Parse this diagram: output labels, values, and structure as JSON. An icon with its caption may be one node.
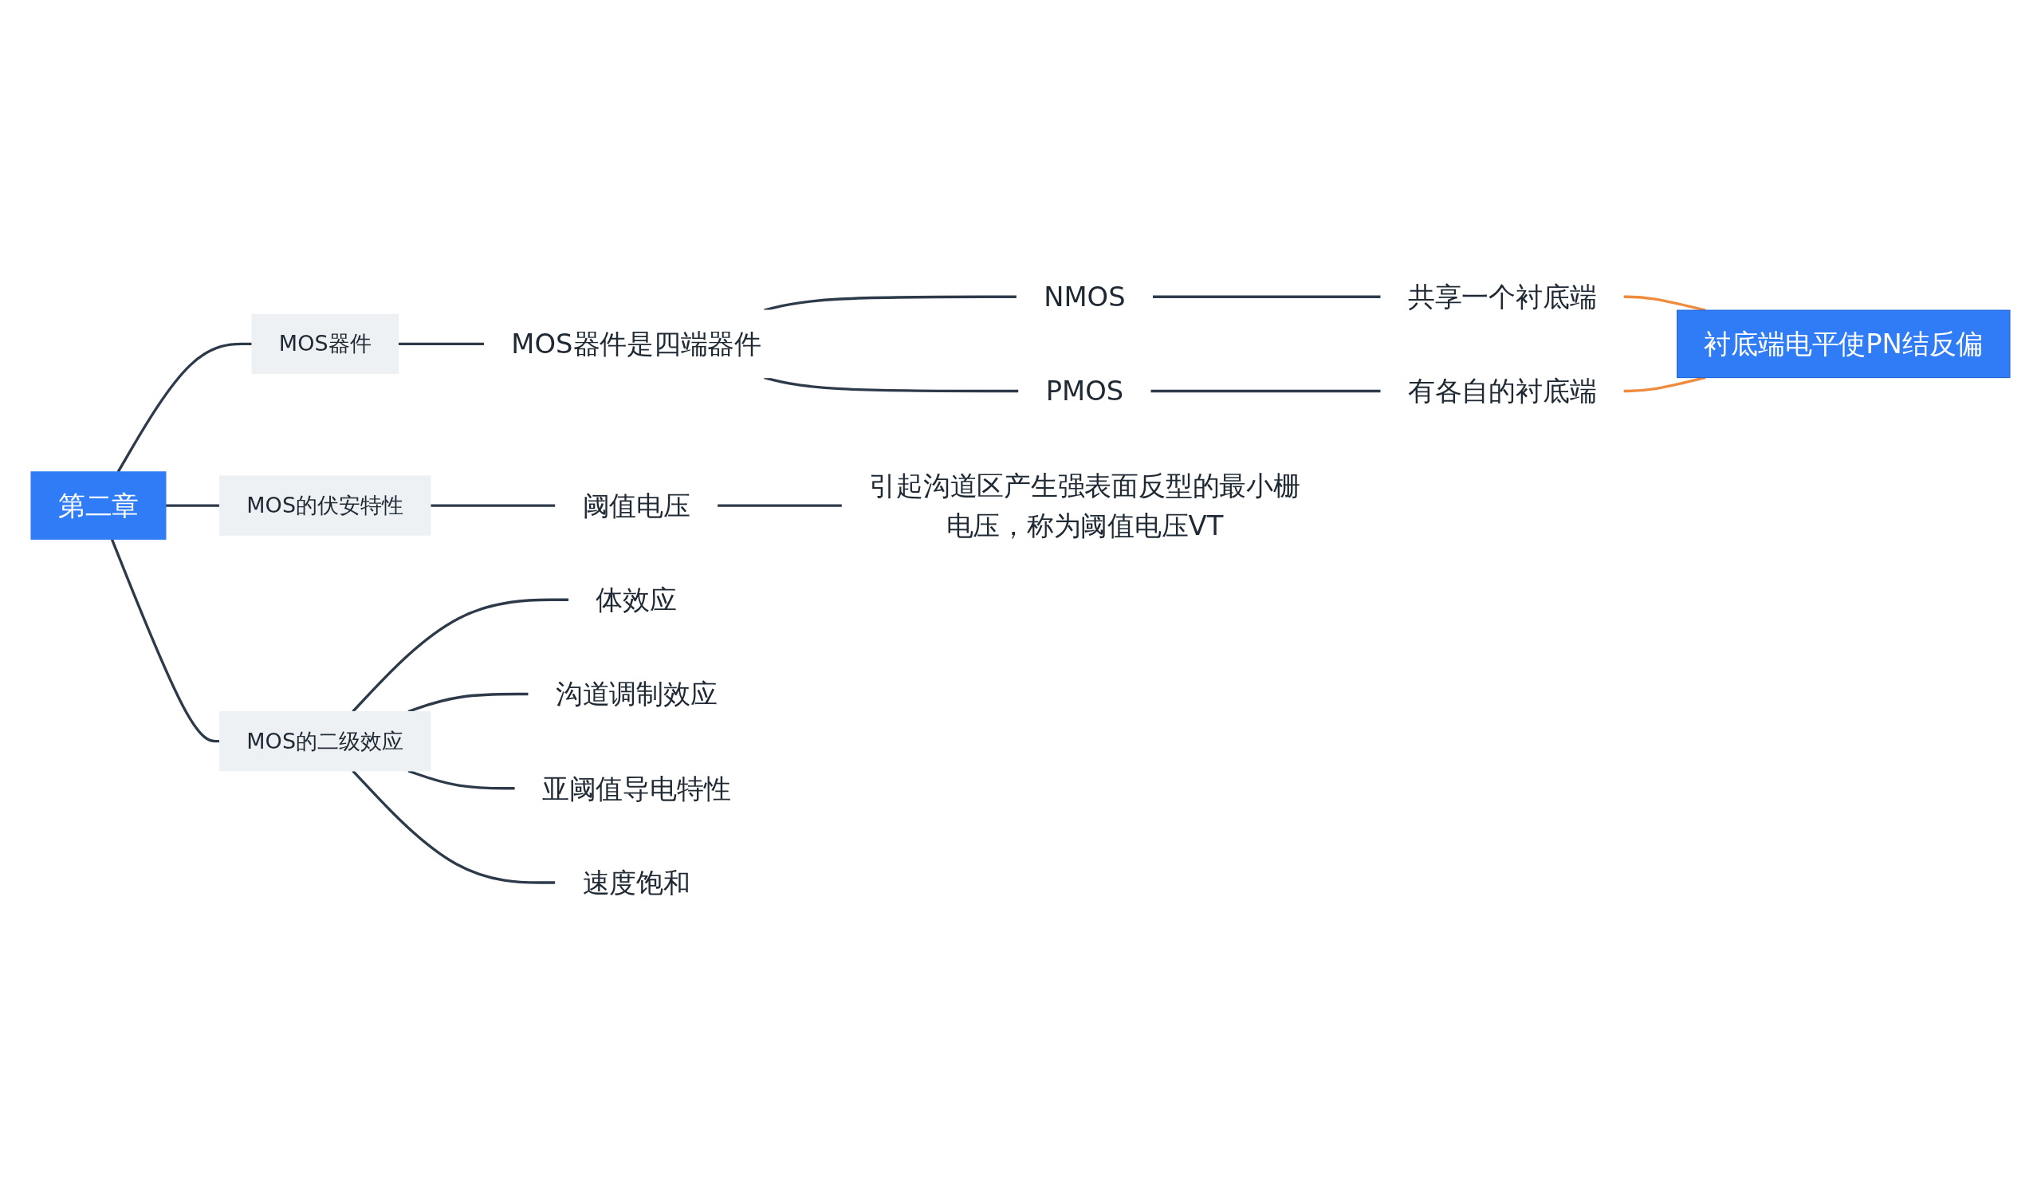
{
  "diagram": {
    "nodes": [
      {
        "text": [
          "第二章"
        ]
      },
      {
        "text": [
          "MOS器件"
        ]
      },
      {
        "text": [
          "MOS器件是四端器件"
        ]
      },
      {
        "text": [
          "NMOS"
        ]
      },
      {
        "text": [
          "共享一个衬底端"
        ]
      },
      {
        "text": [
          "PMOS"
        ]
      },
      {
        "text": [
          "有各自的衬底端"
        ]
      },
      {
        "text": [
          "衬底端电平使PN结反偏"
        ]
      },
      {
        "text": [
          "MOS的伏安特性"
        ]
      },
      {
        "text": [
          "阈值电压"
        ]
      },
      {
        "text": [
          "引起沟道区产生强表面反型的最小栅电压，称为阈值电压VT"
        ]
      },
      {
        "text": [
          "MOS的二级效应"
        ]
      },
      {
        "text": [
          "体效应"
        ]
      },
      {
        "text": [
          "沟道调制效应"
        ]
      },
      {
        "text": [
          "亚阈值导电特性"
        ]
      },
      {
        "text": [
          "速度饱和"
        ]
      }
    ],
    "edges": [
      {
        "from": 0,
        "to": 1,
        "arrow": "none"
      },
      {
        "from": 1,
        "to": 2,
        "arrow": "none"
      },
      {
        "from": 2,
        "to": 3,
        "arrow": "none"
      },
      {
        "from": 3,
        "to": 4,
        "arrow": "none"
      },
      {
        "from": 2,
        "to": 5,
        "arrow": "none"
      },
      {
        "from": 5,
        "to": 6,
        "arrow": "none"
      },
      {
        "from": 4,
        "to": 7,
        "arrow": "none",
        "color": "#f08a3c"
      },
      {
        "from": 6,
        "to": 7,
        "arrow": "none",
        "color": "#f08a3c"
      },
      {
        "from": 0,
        "to": 8,
        "arrow": "none"
      },
      {
        "from": 8,
        "to": 9,
        "arrow": "none"
      },
      {
        "from": 9,
        "to": 10,
        "arrow": "none"
      },
      {
        "from": 0,
        "to": 11,
        "arrow": "none"
      },
      {
        "from": 11,
        "to": 12,
        "arrow": "none"
      },
      {
        "from": 11,
        "to": 13,
        "arrow": "none"
      },
      {
        "from": 11,
        "to": 14,
        "arrow": "none"
      },
      {
        "from": 11,
        "to": 15,
        "arrow": "none"
      }
    ]
  }
}
